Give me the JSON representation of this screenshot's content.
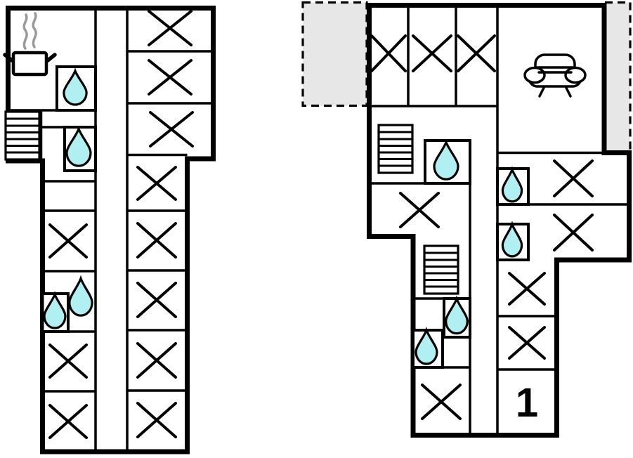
{
  "colors": {
    "wall": "#000000",
    "water_drop": "#b0eff2",
    "terrace_fill": "#e7e7e7",
    "steam": "#9a9a9a",
    "background": "#ffffff"
  },
  "left_building": {
    "summary": {
      "bed_symbols": 11,
      "water_drop_symbols": 4,
      "staircases": 1,
      "cooking_pot_symbols": 1
    }
  },
  "right_building": {
    "room_number_label": "1",
    "summary": {
      "bed_symbols": 9,
      "water_drop_symbols": 5,
      "staircases": 2,
      "sofa_symbols": 1,
      "terrace_areas": 2
    }
  },
  "legend_semantics": {
    "x_box": "bed",
    "water_drop": "shower-bath",
    "hatched_box": "staircase",
    "pot_with_steam": "kitchen-stove",
    "sofa": "living-room-seating",
    "dashed_gray_area": "terrace",
    "number": "apartment-number"
  }
}
